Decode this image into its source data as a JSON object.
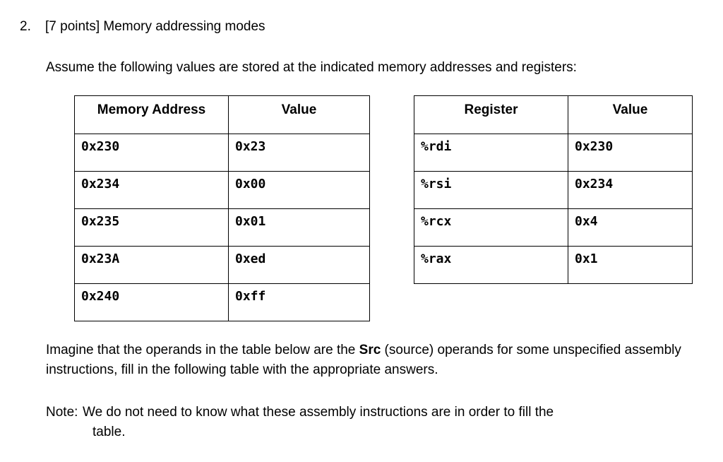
{
  "question": {
    "number": "2.",
    "points_label": "[7 points]",
    "title": "Memory addressing modes",
    "heading_text": "[7 points] Memory addressing modes",
    "intro": "Assume the following values are stored at the indicated memory addresses and registers:"
  },
  "memory_table": {
    "name": "memory-address-table",
    "headers": [
      "Memory Address",
      "Value"
    ],
    "rows": [
      {
        "address": "0x230",
        "value": "0x23"
      },
      {
        "address": "0x234",
        "value": "0x00"
      },
      {
        "address": "0x235",
        "value": "0x01"
      },
      {
        "address": "0x23A",
        "value": "0xed"
      },
      {
        "address": "0x240",
        "value": "0xff"
      }
    ]
  },
  "register_table": {
    "name": "register-table",
    "headers": [
      "Register",
      "Value"
    ],
    "rows": [
      {
        "register": "%rdi",
        "value": "0x230"
      },
      {
        "register": "%rsi",
        "value": "0x234"
      },
      {
        "register": "%rcx",
        "value": "0x4"
      },
      {
        "register": "%rax",
        "value": "0x1"
      }
    ]
  },
  "paragraphs": {
    "imagine_part1": "Imagine that the operands in the table below are the ",
    "imagine_bold": "Src",
    "imagine_part2": " (source) operands for some unspecified assembly instructions, fill in the following table with the appropriate answers.",
    "note_label": "Note:",
    "note_line1": "We do not need to know what these assembly instructions are in order to fill the",
    "note_line2": "table."
  },
  "colors": {
    "text": "#000000",
    "border": "#000000",
    "background": "#ffffff"
  }
}
